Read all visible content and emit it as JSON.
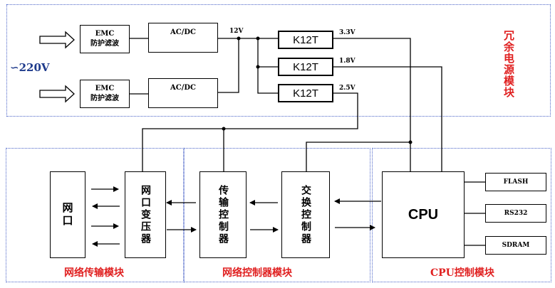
{
  "power_module": {
    "title": "冗余电源模块",
    "input_label": "∽220V",
    "emc_boxes": [
      {
        "line1": "EMC",
        "line2": "防护滤波"
      },
      {
        "line1": "EMC",
        "line2": "防护滤波"
      }
    ],
    "acdc_boxes": [
      "AC/DC",
      "AC/DC"
    ],
    "bus_voltage": "12V",
    "regulators": [
      "K12T",
      "K12T",
      "K12T"
    ],
    "output_voltages": [
      "3.3V",
      "1.8V",
      "2.5V"
    ]
  },
  "network_transfer_module": {
    "title": "网络传输模块",
    "port": "网口",
    "transformer": "网口变压器"
  },
  "network_controller_module": {
    "title": "网络控制器模块",
    "transfer_controller": "传输控制器",
    "switch_controller": "交换控制器"
  },
  "cpu_module": {
    "title": "CPU控制模块",
    "cpu": "CPU",
    "peripherals": [
      "FLASH",
      "RS232",
      "SDRAM"
    ]
  },
  "colors": {
    "region_border": "#4a63c8",
    "title_red": "#e02020",
    "label_blue": "#1f3b8c"
  }
}
